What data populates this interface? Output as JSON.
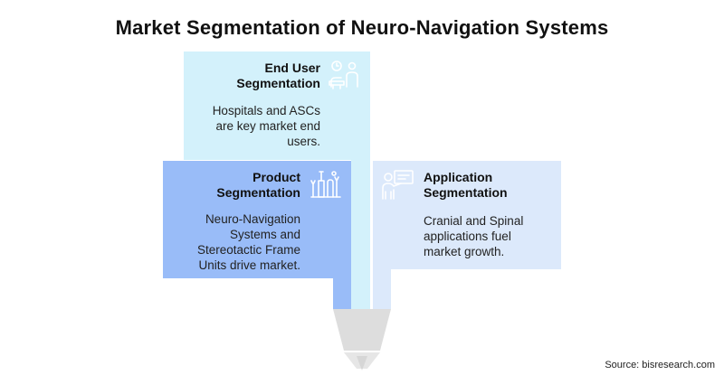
{
  "title": "Market Segmentation of Neuro-Navigation Systems",
  "segments": [
    {
      "heading": "End User Segmentation",
      "text": "Hospitals and ASCs are key market end users.",
      "icon": "doctor-consultation-icon",
      "color": "#d3f1fb"
    },
    {
      "heading": "Product Segmentation",
      "text": "Neuro-Navigation Systems and Stereotactic Frame Units drive market.",
      "icon": "lab-instruments-icon",
      "color": "#99bcf8"
    },
    {
      "heading": "Application Segmentation",
      "text": "Cranial and Spinal applications fuel market growth.",
      "icon": "presenter-icon",
      "color": "#dce9fb"
    }
  ],
  "source": "Source: bisresearch.com"
}
